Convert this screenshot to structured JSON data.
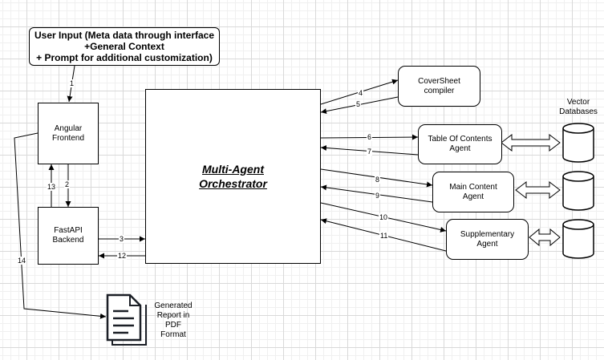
{
  "user_input": {
    "line1": "User Input (Meta data through interface",
    "line2": "+General Context",
    "line3": "+ Prompt for additional customization)"
  },
  "frontend": {
    "line1": "Angular",
    "line2": "Frontend"
  },
  "backend": {
    "line1": "FastAPI",
    "line2": "Backend"
  },
  "orchestrator": {
    "line1": "Multi-Agent",
    "line2": "Orchestrator"
  },
  "agents": {
    "coversheet": {
      "line1": "CoverSheet",
      "line2": "compiler"
    },
    "toc": {
      "line1": "Table Of Contents",
      "line2": "Agent"
    },
    "main": {
      "line1": "Main Content",
      "line2": "Agent"
    },
    "supplementary": {
      "line1": "Supplementary",
      "line2": "Agent"
    }
  },
  "vector_db": {
    "line1": "Vector",
    "line2": "Databases"
  },
  "report": {
    "line1": "Generated",
    "line2": "Report in",
    "line3": "PDF",
    "line4": "Format"
  },
  "steps": {
    "s1": "1",
    "s2": "2",
    "s3": "3",
    "s4": "4",
    "s5": "5",
    "s6": "6",
    "s7": "7",
    "s8": "8",
    "s9": "9",
    "s10": "10",
    "s11": "11",
    "s12": "12",
    "s13": "13",
    "s14": "14"
  },
  "icons": {
    "document": "document-icon",
    "database": "database-icon",
    "bidirectional_arrow": "double-arrow-icon"
  }
}
